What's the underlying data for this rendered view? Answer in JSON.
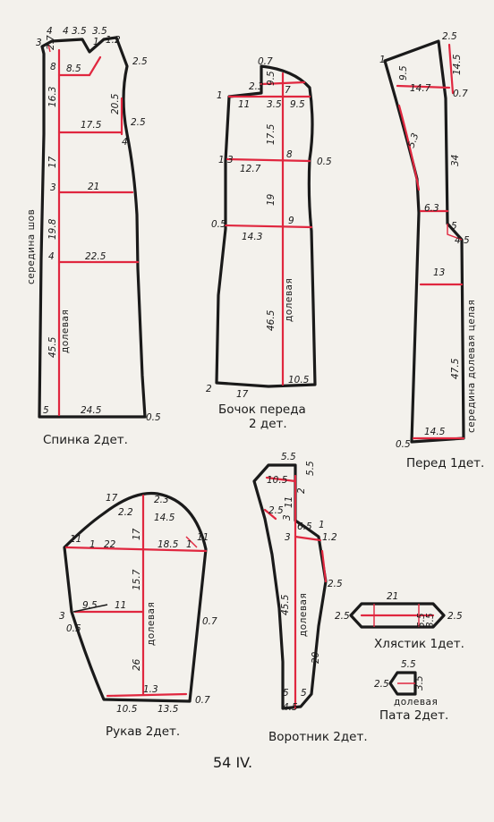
{
  "captions": {
    "spinka": "Спинка 2дет.",
    "bochok_line1": "Бочок переда",
    "bochok_line2": "2 дет.",
    "pered": "Перед 1дет.",
    "rukav": "Рукав 2дет.",
    "vorotnik": "Воротник 2дет.",
    "hlyastik": "Хлястик 1дет.",
    "pata": "Пата 2дет."
  },
  "labels": {
    "grain": "долевая",
    "center_back": "середина шов",
    "center_front": "середина долевая целая"
  },
  "page_number": "54 IV.",
  "spinka": {
    "m_3": "3",
    "m_4a": "4",
    "m_4b": "4",
    "m_35a": "3.5",
    "m_35b": "3.5",
    "m_1": "1",
    "m_12": "1.2",
    "m_27": "2.7",
    "m_8": "8",
    "m_85": "8.5",
    "m_25a": "2.5",
    "m_163": "16.3",
    "m_205": "20.5",
    "m_175": "17.5",
    "m_25b": "2.5",
    "m_4c": "4",
    "m_17": "17",
    "m_3b": "3",
    "m_21": "21",
    "m_198": "19.8",
    "m_4d": "4",
    "m_225": "22.5",
    "m_455": "45.5",
    "m_5": "5",
    "m_245": "24.5",
    "m_05": "0.5"
  },
  "bochok": {
    "m_07": "0.7",
    "m_23": "2.3",
    "m_95a": "9.5",
    "m_7": "7",
    "m_1": "1",
    "m_11": "11",
    "m_35": "3.5",
    "m_95b": "9.5",
    "m_175": "17.5",
    "m_13": "1.3",
    "m_127": "12.7",
    "m_8": "8",
    "m_05a": "0.5",
    "m_19": "19",
    "m_05b": "0.5",
    "m_143": "14.3",
    "m_9": "9",
    "m_465": "46.5",
    "m_105": "10.5",
    "m_2": "2",
    "m_17": "17"
  },
  "pered": {
    "m_1": "1",
    "m_25": "2.5",
    "m_95": "9.5",
    "m_145": "14.5",
    "m_147": "14.7",
    "m_07": "0.7",
    "m_53": "5.3",
    "m_34": "34",
    "m_63": "6.3",
    "m_5": "5",
    "m_45": "4.5",
    "m_13": "13",
    "m_475": "47.5",
    "m_145b": "14.5",
    "m_05": "0.5"
  },
  "rukav": {
    "m_17": "17",
    "m_23": "2.3",
    "m_22": "2.2",
    "m_145": "14.5",
    "m_11a": "11",
    "m_1a": "1",
    "m_22b": "22",
    "m_17b": "17",
    "m_185": "18.5",
    "m_1b": "1",
    "m_11b": "11",
    "m_157": "15.7",
    "m_95": "9.5",
    "m_11c": "11",
    "m_3": "3",
    "m_05": "0.5",
    "m_07a": "0.7",
    "m_26": "26",
    "m_13": "1.3",
    "m_105": "10.5",
    "m_135": "13.5",
    "m_07b": "0.7"
  },
  "vorotnik": {
    "m_55": "5.5",
    "m_105": "10.5",
    "m_2": "2",
    "m_55b": "5.5",
    "m_25a": "2.5",
    "m_3": "3",
    "m_11": "11",
    "m_65": "6.5",
    "m_1": "1",
    "m_3b": "3",
    "m_12": "1.2",
    "m_25b": "2.5",
    "m_455": "45.5",
    "m_20": "20",
    "m_5a": "5",
    "m_5b": "5",
    "m_45": "4.5"
  },
  "hlyastik": {
    "m_21": "21",
    "m_25a": "2.5",
    "m_55": "5.5",
    "m_35": "3.5",
    "m_25b": "2.5"
  },
  "pata": {
    "m_55": "5.5",
    "m_25": "2.5",
    "m_35": "3.5"
  }
}
